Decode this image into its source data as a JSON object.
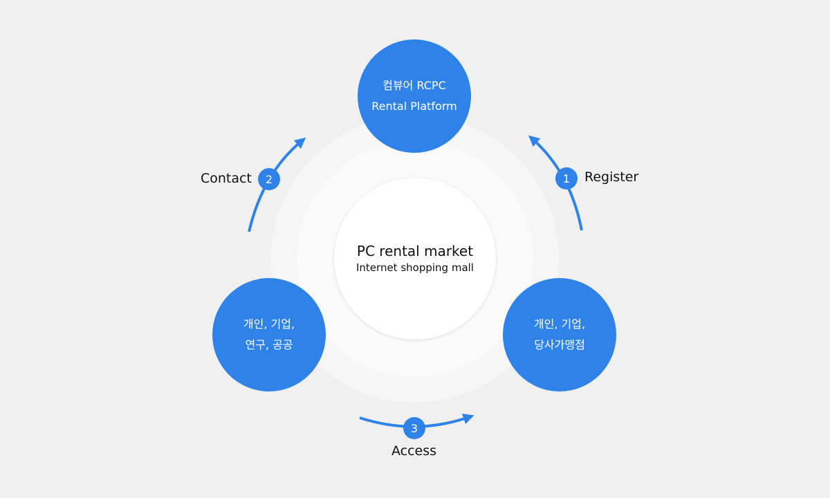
{
  "center": {
    "title": "PC rental market",
    "subtitle": "Internet shopping mall"
  },
  "nodes": {
    "top": {
      "line1": "컴뷰어 RCPC",
      "line2": "Rental Platform"
    },
    "left": {
      "line1": "개인, 기업,",
      "line2": "연구, 공공"
    },
    "right": {
      "line1": "개인, 기업,",
      "line2": "당사가맹점"
    }
  },
  "steps": [
    {
      "number": "1",
      "label": "Register"
    },
    {
      "number": "2",
      "label": "Contact"
    },
    {
      "number": "3",
      "label": "Access"
    }
  ],
  "colors": {
    "accent": "#2f83e8",
    "background": "#f0f0f0"
  }
}
